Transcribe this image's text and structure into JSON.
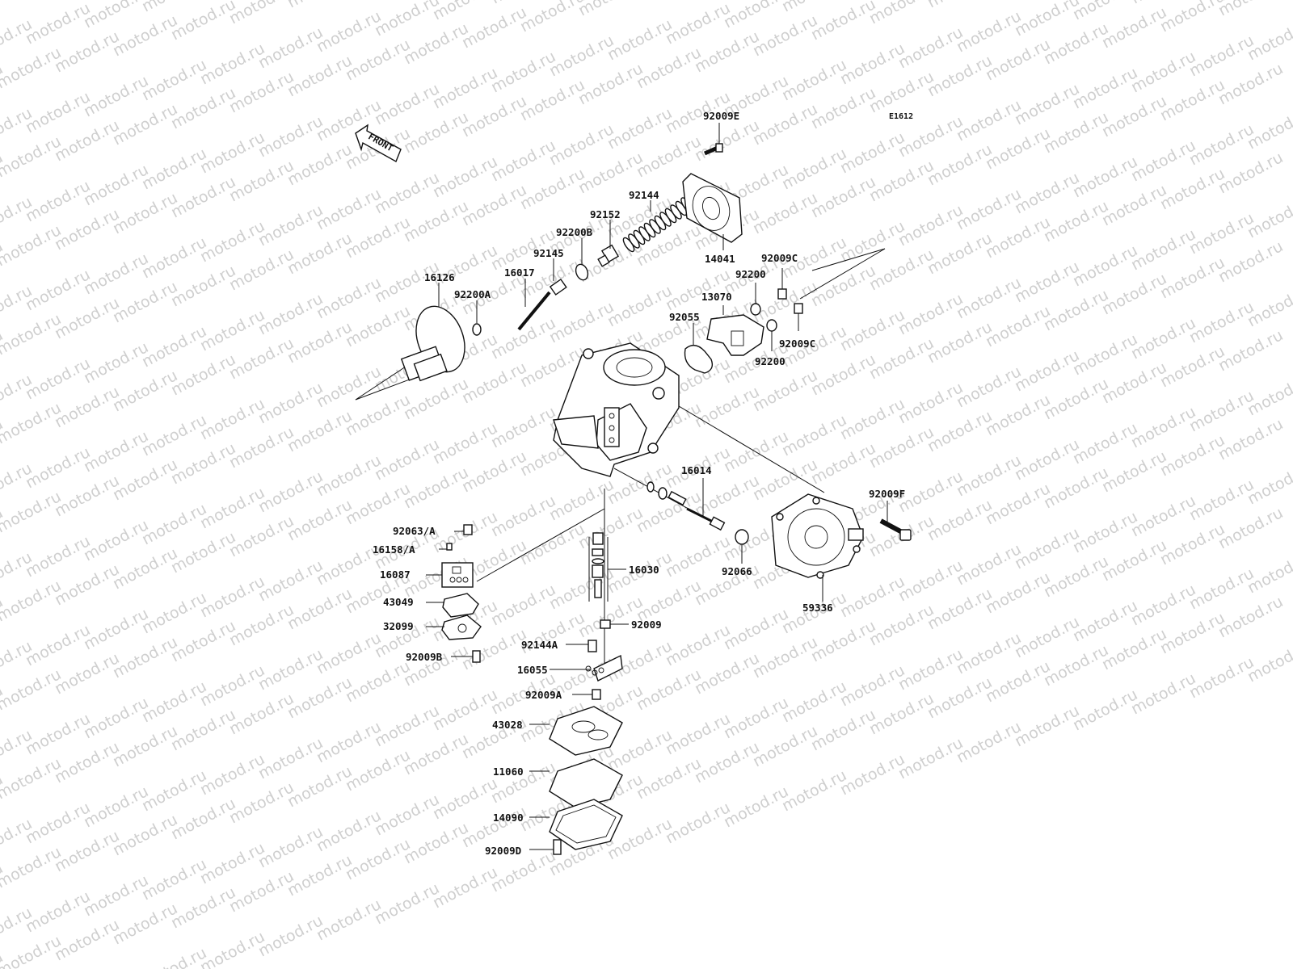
{
  "diagram": {
    "code": "E1612",
    "front_marker": "FRONT",
    "watermark": "motod.ru",
    "parts": [
      "92009E",
      "92144",
      "92152",
      "92200B",
      "92145",
      "16017",
      "16126",
      "92200A",
      "14041",
      "92009C",
      "92200",
      "13070",
      "92055",
      "92009C",
      "92200",
      "16014",
      "92009F",
      "92063/A",
      "16158/A",
      "16087",
      "43049",
      "32099",
      "92009B",
      "16030",
      "92009",
      "92144A",
      "16055",
      "92009A",
      "43028",
      "11060",
      "14090",
      "92009D",
      "92066",
      "59336"
    ]
  }
}
